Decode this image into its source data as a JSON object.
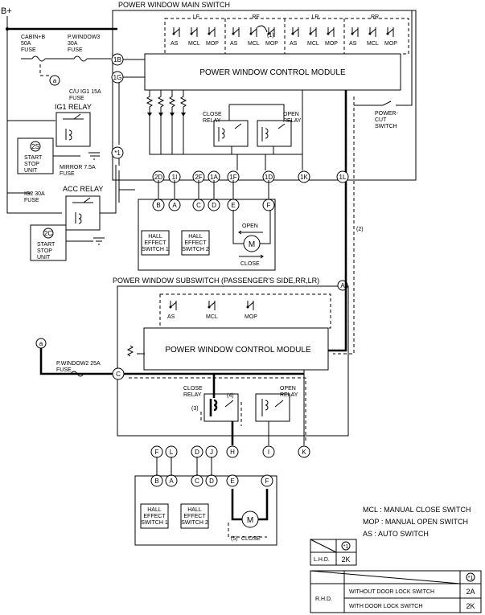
{
  "main_switch": {
    "title": "POWER WINDOW MAIN SWITCH",
    "module": "POWER WINDOW CONTROL MODULE",
    "groups": [
      "LF",
      "RF",
      "LR",
      "RR"
    ],
    "switch_labels": [
      "AS",
      "MCL",
      "MOP"
    ],
    "close_relay": "CLOSE\nRELAY",
    "open_relay": "OPEN\nRELAY",
    "power_cut": "POWER-\nCUT\nSWITCH",
    "note_1": "(1)",
    "note_2": "(2)"
  },
  "power": {
    "b_plus": "B+",
    "fuse_cabin": "CABIN+B\n50A\nFUSE",
    "fuse_pw3": "P.WINDOW3\n30A\nFUSE",
    "fuse_cu": "C/U IG1 15A\nFUSE",
    "ig1_relay": "IG1 RELAY",
    "mirror_fuse": "MIRROR 7.5A\nFUSE",
    "ig2_fuse": "IG2 30A\nFUSE",
    "acc_relay": "ACC RELAY",
    "start_stop": "START\nSTOP\nUNIT",
    "node_2s": "2S",
    "node_2c": "2C",
    "node_a": "a",
    "node_star": "*1"
  },
  "main_terminals": [
    "1B",
    "1G",
    "2D",
    "1I",
    "2F",
    "1A",
    "1F",
    "1D",
    "1K",
    "1L"
  ],
  "main_motor": {
    "pins": [
      "B",
      "A",
      "C",
      "D",
      "E",
      "F"
    ],
    "hall1": "HALL\nEFFECT\nSWITCH 1",
    "hall2": "HALL\nEFFECT\nSWITCH 2",
    "open": "OPEN",
    "close": "CLOSE",
    "motor": "M"
  },
  "sub_switch": {
    "title": "POWER WINDOW SUBSWITCH (PASSENGER'S SIDE,RR,LR)",
    "module": "POWER WINDOW CONTROL MODULE",
    "switch_labels": [
      "AS",
      "MCL",
      "MOP"
    ],
    "fuse_pw2": "P.WINDOW2 25A\nFUSE",
    "close_relay": "CLOSE\nRELAY",
    "open_relay": "OPEN\nRELAY",
    "note_3": "(3)",
    "note_4": "(4)",
    "note_5": "(5)",
    "node_a": "a",
    "node_A": "A",
    "node_C": "C"
  },
  "sub_terminals": [
    "F",
    "L",
    "D",
    "J",
    "H",
    "I",
    "K"
  ],
  "sub_motor": {
    "pins": [
      "B",
      "A",
      "C",
      "D",
      "E",
      "F"
    ],
    "hall1": "HALL\nEFFECT\nSWITCH 1",
    "hall2": "HALL\nEFFECT\nSWITCH 2",
    "close": "CLOSE",
    "motor": "M"
  },
  "legend": {
    "mcl": "MCL : MANUAL CLOSE SWITCH",
    "mop": "MOP : MANUAL OPEN SWITCH",
    "as": "AS : AUTO SWITCH"
  },
  "lhd_table": {
    "header": "*1",
    "row_label": "L.H.D.",
    "value": "2K"
  },
  "rhd_table": {
    "header": "*1",
    "row_label": "R.H.D.",
    "rows": [
      {
        "label": "WITHOUT DOOR LOCK SWITCH",
        "value": "2A"
      },
      {
        "label": "WITH DOOR LOCK SWITCH",
        "value": "2K"
      }
    ]
  }
}
